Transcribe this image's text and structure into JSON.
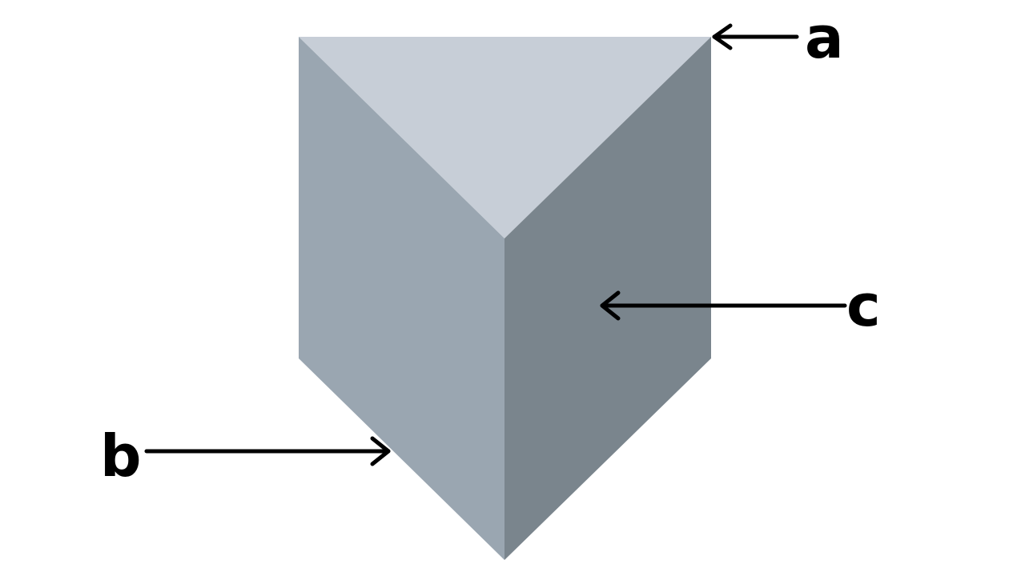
{
  "labels": {
    "a": "a",
    "b": "b",
    "c": "c"
  },
  "colors": {
    "top_face": "#c7ced7",
    "left_face": "#9aa6b1",
    "right_face": "#7a858d",
    "arrows": "#000000",
    "background": "#ffffff"
  }
}
